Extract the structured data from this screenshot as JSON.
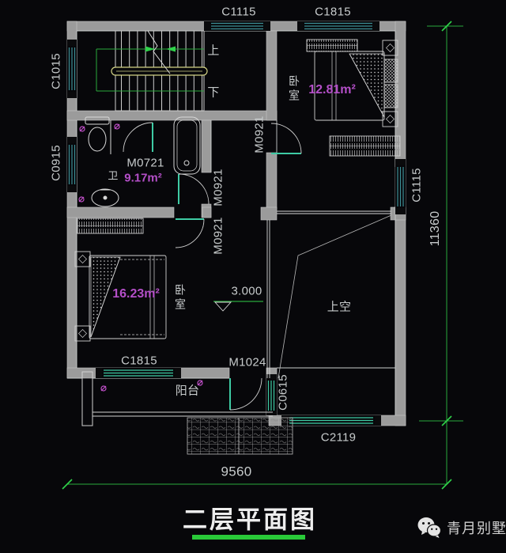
{
  "title": "二层平面图",
  "watermark": "青月别墅",
  "dimensions": {
    "overall_width": "9560",
    "overall_height": "11360",
    "floor_level": "3.000"
  },
  "window_labels": {
    "top_c1115": "C1115",
    "top_c1815": "C1815",
    "left_c1015": "C1015",
    "left_c0915": "C0915",
    "right_c1115": "C1115",
    "bottom_c1815": "C1815",
    "bottom_c2119": "C2119",
    "inner_c0615": "C0615"
  },
  "door_labels": {
    "bath": "M0721",
    "hall_upper": "M0921",
    "hall_lower": "M0921",
    "bedroom": "M0921",
    "balcony": "M1024"
  },
  "rooms": {
    "bath": {
      "name": "卫",
      "area": "9.17m²"
    },
    "bedroom_top": {
      "name": "卧室",
      "area": "12.81m²"
    },
    "bedroom_bottom": {
      "name": "卧室",
      "area": "16.23m²"
    },
    "void": {
      "name": "上空"
    },
    "balcony": {
      "name": "阳台"
    }
  },
  "stairs": {
    "up": "上",
    "down": "下"
  },
  "colors": {
    "background": "#07070a",
    "wall": "#9b9b9b",
    "line": "#d4d6d6",
    "window_teal": "#3d8f95",
    "window_bright": "#3ecba4",
    "dimension_green": "#2aa83c",
    "title_underline_green": "#29c938",
    "area_text_magenta": "#b44fc8",
    "handrail_yellow": "#d2d284"
  }
}
